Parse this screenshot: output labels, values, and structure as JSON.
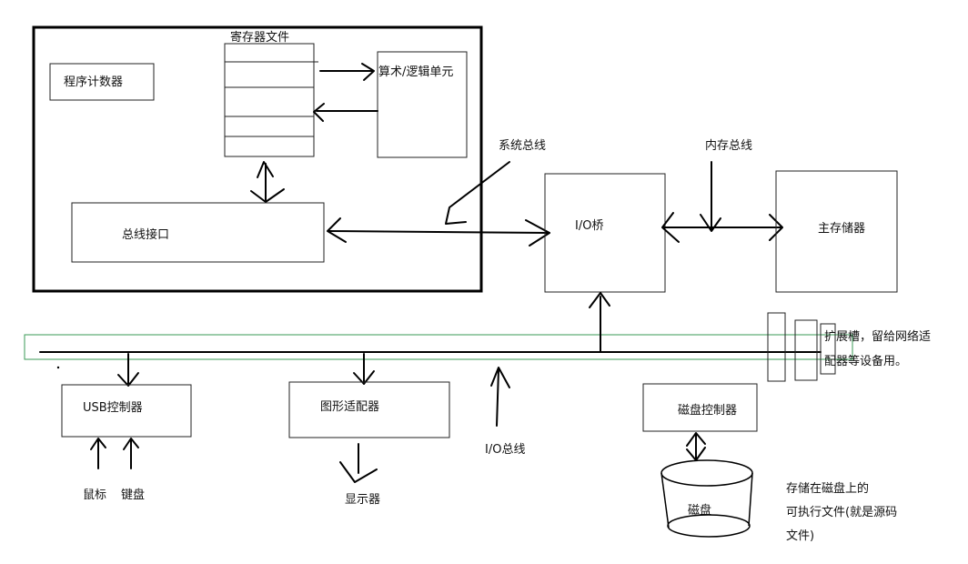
{
  "cpu": {
    "register_file_label": "寄存器文件",
    "pc_label": "程序计数器",
    "alu_label": "算术/逻辑单元",
    "bus_interface_label": "总线接口"
  },
  "buses": {
    "system_bus_label": "系统总线",
    "memory_bus_label": "内存总线",
    "io_bus_label": "I/O总线"
  },
  "io_bridge_label": "I/O桥",
  "main_memory_label": "主存储器",
  "expansion_slots": {
    "line1": "扩展槽，留给网络适",
    "line2": "配器等设备用。"
  },
  "devices": {
    "usb_controller_label": "USB控制器",
    "mouse_label": "鼠标",
    "keyboard_label": "键盘",
    "graphics_adapter_label": "图形适配器",
    "display_label": "显示器",
    "disk_controller_label": "磁盘控制器",
    "disk_label": "磁盘"
  },
  "disk_note": {
    "line1": "存储在磁盘上的",
    "line2": "可执行文件(就是源码",
    "line3": "文件)"
  },
  "colors": {
    "highlight_outline": "#3a9a55",
    "stroke": "#000000"
  }
}
